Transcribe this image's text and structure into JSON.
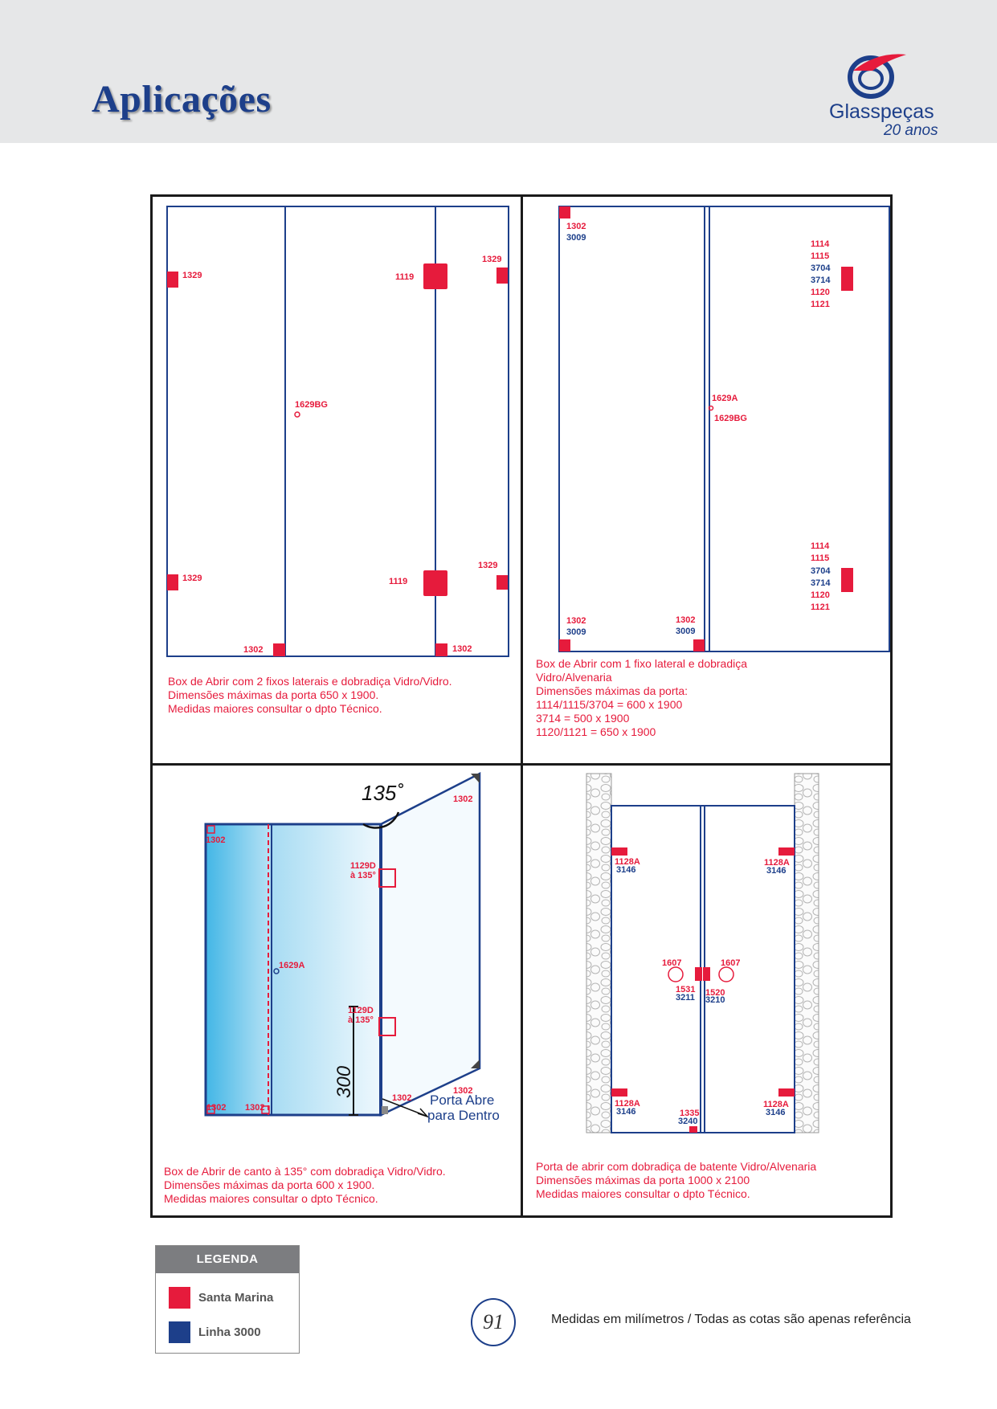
{
  "header": {
    "title": "Aplicações",
    "logo": {
      "name": "Glasspeças",
      "tagline": "20 anos"
    }
  },
  "panels": [
    {
      "caption": "Box de Abrir com 2 fixos laterais e dobradiça Vidro/Vidro.\nDimensões máximas da porta 650 x 1900.\nMedidas maiores consultar o dpto Técnico.",
      "labels": {
        "l1": "1329",
        "l2": "1329",
        "l3": "1329",
        "l4": "1329",
        "l5": "1119",
        "l6": "1119",
        "l7": "1629BG",
        "l8": "1302",
        "l9": "1302"
      }
    },
    {
      "caption": "Box de Abrir com 1 fixo lateral e dobradiça\nVidro/Alvenaria\nDimensões máximas da porta:\n1114/1115/3704 = 600 x 1900\n3714 = 500 x 1900\n1120/1121 = 650 x 1900",
      "labels": {
        "a1": "1302",
        "a2": "3009",
        "b1": "1114",
        "b2": "1115",
        "b3": "3704",
        "b4": "3714",
        "b5": "1120",
        "b6": "1121",
        "c1": "1629A",
        "c2": "1629BG",
        "d1": "1114",
        "d2": "1115",
        "d3": "3704",
        "d4": "3714",
        "d5": "1120",
        "d6": "1121",
        "e1": "1302",
        "e2": "3009",
        "f1": "1302",
        "f2": "3009"
      }
    },
    {
      "caption": "Box de Abrir de canto à 135° com dobradiça Vidro/Vidro.\nDimensões máximas da porta 600 x 1900.\nMedidas maiores consultar o dpto Técnico.",
      "labels": {
        "angle": "135˚",
        "p1": "1302",
        "p2": "1302",
        "p3": "1129D",
        "p4": "à 135°",
        "p5": "1629A",
        "p6": "1129D",
        "p7": "à 135°",
        "p8": "1302",
        "p9": "1302",
        "p10": "1302",
        "p11": "1302",
        "dim": "300",
        "door1": "Porta Abre",
        "door2": "para Dentro"
      }
    },
    {
      "caption": "Porta de abrir com dobradiça de batente Vidro/Alvenaria\nDimensões máximas da porta 1000 x 2100\nMedidas maiores consultar o dpto Técnico.",
      "labels": {
        "q1": "1128A",
        "q2": "3146",
        "q3": "1128A",
        "q4": "3146",
        "q5": "1607",
        "q6": "1607",
        "q7": "1531",
        "q8": "3211",
        "q9": "1520",
        "q10": "3210",
        "q11": "1128A",
        "q12": "3146",
        "q13": "1335",
        "q14": "3240",
        "q15": "1128A",
        "q16": "3146"
      }
    }
  ],
  "legend": {
    "title": "LEGENDA",
    "items": [
      {
        "label": "Santa Marina",
        "color": "#e61b3c"
      },
      {
        "label": "Linha 3000",
        "color": "#1d3f8a"
      }
    ]
  },
  "footer": {
    "page_number": "91",
    "note": "Medidas em milímetros / Todas as cotas são apenas referência"
  }
}
